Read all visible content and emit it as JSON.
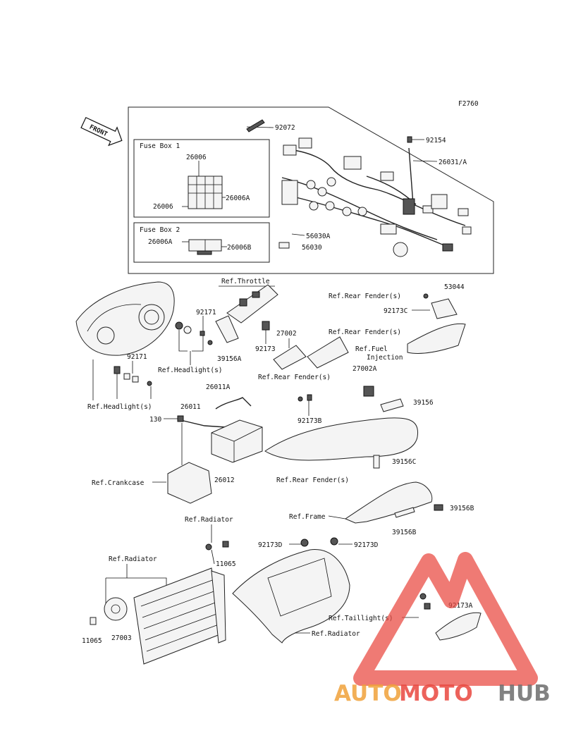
{
  "diagram_code": "F2760",
  "front_label": "FRONT",
  "fuse_box_1": {
    "title": "Fuse Box 1",
    "labels": [
      "26006",
      "26006A",
      "26006"
    ]
  },
  "fuse_box_2": {
    "title": "Fuse Box 2",
    "labels": [
      "26006A",
      "26006B"
    ]
  },
  "labels": {
    "p92072": "92072",
    "p92154": "92154",
    "p26031": "26031/A",
    "p56030A": "56030A",
    "p56030": "56030",
    "ref_throttle": "Ref.Throttle",
    "ref_rear_fender_1": "Ref.Rear Fender(s)",
    "p53044": "53044",
    "p92173C": "92173C",
    "ref_rear_fender_2": "Ref.Rear Fender(s)",
    "p92171_a": "92171",
    "p27002": "27002",
    "ref_fuel_injection_1": "Ref.Fuel",
    "ref_fuel_injection_2": "Injection",
    "p39156A": "39156A",
    "p92173": "92173",
    "p92171_b": "92171",
    "ref_headlight_1": "Ref.Headlight(s)",
    "ref_rear_fender_3": "Ref.Rear Fender(s)",
    "p27002A": "27002A",
    "p26011A": "26011A",
    "ref_headlight_2": "Ref.Headlight(s)",
    "p26011": "26011",
    "p39156": "39156",
    "p130": "130",
    "p92173B": "92173B",
    "p39156C": "39156C",
    "ref_crankcase": "Ref.Crankcase",
    "p26012": "26012",
    "ref_rear_fender_4": "Ref.Rear Fender(s)",
    "ref_frame": "Ref.Frame",
    "p39156B_a": "39156B",
    "p39156B_b": "39156B",
    "ref_radiator_1": "Ref.Radiator",
    "p92173D_a": "92173D",
    "p92173D_b": "92173D",
    "ref_radiator_2": "Ref.Radiator",
    "p11065_a": "11065",
    "p92173A": "92173A",
    "ref_taillight": "Ref.Taillight(s)",
    "p11065_b": "11065",
    "p27003": "27003",
    "ref_radiator_3": "Ref.Radiator"
  },
  "watermark": {
    "text_1": "AUTO",
    "text_2": "MOTO",
    "text_3": "HUB"
  },
  "colors": {
    "line": "#111111",
    "watermark_red": "#e9473f",
    "watermark_orange": "#f0a23a",
    "watermark_grey": "#6d6d6d"
  }
}
